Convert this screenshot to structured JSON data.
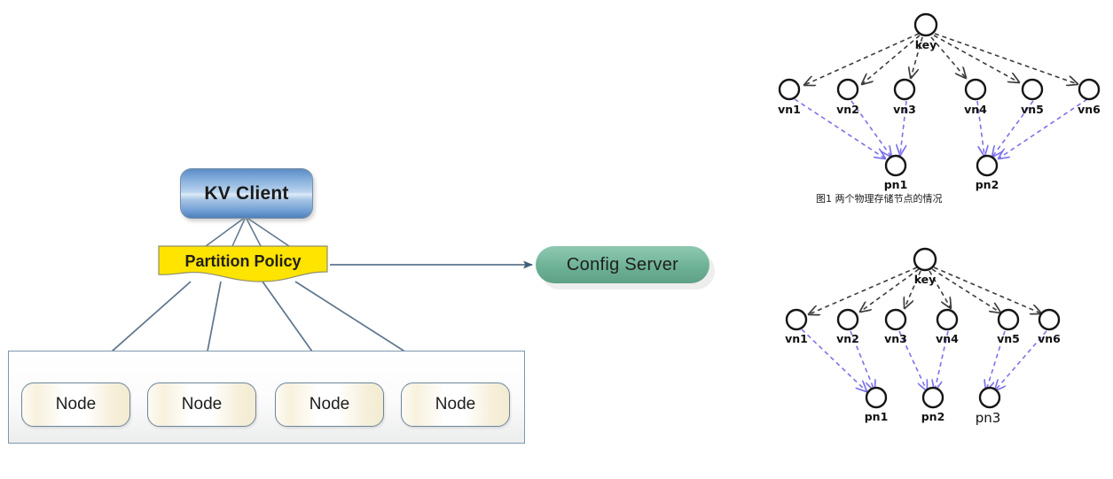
{
  "left_diagram": {
    "name": "kv-store-architecture",
    "kv_client": {
      "label": "KV Client"
    },
    "partition_policy": {
      "label": "Partition Policy"
    },
    "config_server": {
      "label": "Config Server"
    },
    "nodes": [
      {
        "label": "Node"
      },
      {
        "label": "Node"
      },
      {
        "label": "Node"
      },
      {
        "label": "Node"
      }
    ],
    "colors": {
      "kv_client_fill": "#7ba7d8",
      "partition_fill": "#ffe400",
      "config_server_fill": "#6aae93",
      "node_fill": "#f7f1dd",
      "connector_stroke": "#5d748c"
    }
  },
  "figure_top": {
    "caption": "图1 两个物理存储节点的情况",
    "key": {
      "label": "key"
    },
    "virtual_nodes": [
      {
        "label": "vn1"
      },
      {
        "label": "vn2"
      },
      {
        "label": "vn3"
      },
      {
        "label": "vn4"
      },
      {
        "label": "vn5"
      },
      {
        "label": "vn6"
      }
    ],
    "physical_nodes": [
      {
        "label": "pn1"
      },
      {
        "label": "pn2"
      }
    ],
    "mapping": {
      "pn1": [
        "vn1",
        "vn2",
        "vn3"
      ],
      "pn2": [
        "vn4",
        "vn5",
        "vn6"
      ]
    },
    "colors": {
      "key_to_vn_edge": "#3c3c3c",
      "vn_to_pn_edge": "#7c72ea"
    }
  },
  "figure_bottom": {
    "caption": "",
    "key": {
      "label": "key"
    },
    "virtual_nodes": [
      {
        "label": "vn1"
      },
      {
        "label": "vn2"
      },
      {
        "label": "vn3"
      },
      {
        "label": "vn4"
      },
      {
        "label": "vn5"
      },
      {
        "label": "vn6"
      }
    ],
    "physical_nodes": [
      {
        "label": "pn1"
      },
      {
        "label": "pn2"
      },
      {
        "label": "pn3"
      }
    ],
    "mapping": {
      "pn1": [
        "vn1",
        "vn2"
      ],
      "pn2": [
        "vn3",
        "vn4"
      ],
      "pn3": [
        "vn5",
        "vn6"
      ]
    },
    "colors": {
      "key_to_vn_edge": "#3c3c3c",
      "vn_to_pn_edge": "#7c72ea"
    }
  }
}
